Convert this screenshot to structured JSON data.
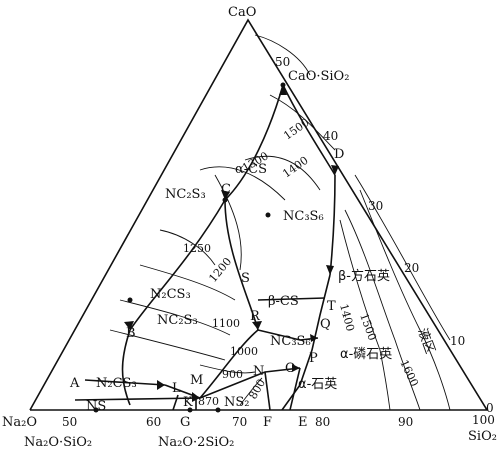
{
  "vertices": {
    "top": "CaO",
    "left": "Na₂O",
    "right": "SiO₂"
  },
  "axis_ticks": {
    "bottom": [
      "50",
      "60",
      "G",
      "70",
      "F",
      "E",
      "80",
      "90",
      "100"
    ],
    "right": [
      "50",
      "40",
      "30",
      "20",
      "10",
      "0"
    ]
  },
  "compounds": {
    "cao_sio2": "CaO·SiO₂",
    "na2o_sio2": "Na₂O·SiO₂",
    "na2o_2sio2": "Na₂O·2SiO₂",
    "nc2s3": "NC₂S₃",
    "nc3s6": "NC₃S₆",
    "n2cs3": "N₂CS₃",
    "nc2s3_inner": "NC₂S₃",
    "n2cs3_lower": "N₂CS₃",
    "nc3s6_lower": "NC₃S₆"
  },
  "fields": {
    "alpha_cs": "α-CS",
    "beta_cs": "β-CS",
    "ns": "NS",
    "ns2": "NS₂",
    "beta_cristobalite": "β-方石英",
    "alpha_tridymite": "α-磷石英",
    "alpha_quartz": "α-石英",
    "two_liquid": "液区"
  },
  "points": [
    "A",
    "B",
    "C",
    "D",
    "S",
    "R",
    "T",
    "Q",
    "P",
    "O",
    "N",
    "M",
    "L",
    "K",
    "E",
    "F",
    "G"
  ],
  "isotherms": [
    "1500",
    "1400",
    "1300",
    "1250",
    "1200",
    "1100",
    "1000",
    "900",
    "870",
    "800",
    "1400",
    "1500",
    "1600"
  ]
}
